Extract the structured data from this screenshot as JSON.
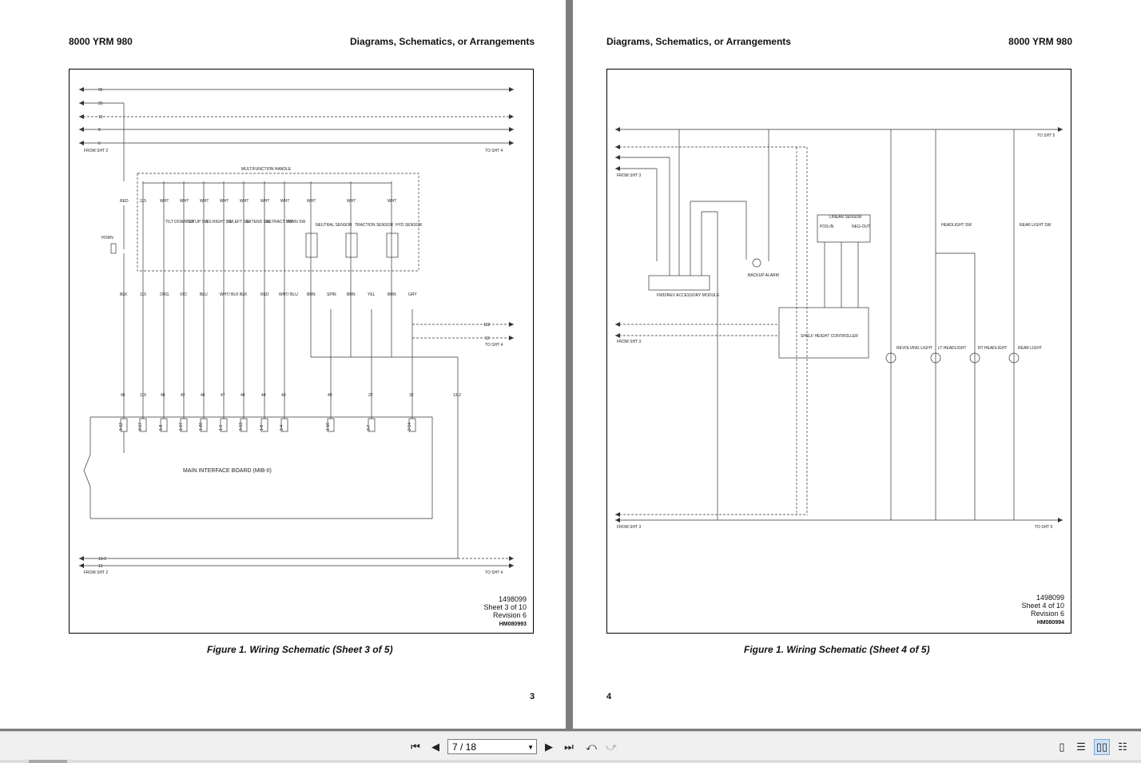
{
  "left_page": {
    "header_left": "8000 YRM 980",
    "header_right": "Diagrams, Schematics, or Arrangements",
    "caption": "Figure 1.  Wiring Schematic (Sheet 3 of 5)",
    "page_number": "3",
    "drawing_number": "1498099",
    "sheet": "Sheet 3 of 10",
    "revision": "Revision 6",
    "hm_code": "HM080993",
    "labels": {
      "from_sht": "FROM SHT 2",
      "to_sht": "TO SHT 4",
      "handle": "MULTIFUNCTION HANDLE",
      "horn": "HORN",
      "mib": "MAIN INTERFACE BOARD (MIB-II)",
      "sensors": [
        "NEUTRAL SENSOR",
        "TRACTION SENSOR",
        "HYD SENSOR"
      ],
      "switches": [
        "TILT DOWN SW",
        "TILT UP SW",
        "SS RIGHT SW",
        "SS LEFT SW",
        "EXTEND SW",
        "RETRACT SW",
        "HORN SW"
      ],
      "wire_top": [
        "95",
        "25",
        "15",
        "8",
        "6"
      ],
      "colors_top": [
        "RED",
        "115",
        "WHT",
        "WHT",
        "WHT",
        "WHT",
        "WHT",
        "WHT",
        "WHT",
        "WHT",
        "WHT",
        "WHT"
      ],
      "colors_bottom": [
        "BLK",
        "115",
        "ORG",
        "VIO",
        "BLU",
        "WHT/ BLK",
        "BLK",
        "RED",
        "WHT/ BLU",
        "BRN",
        "SPIN",
        "BRN",
        "YEL",
        "BRN",
        "GRY"
      ],
      "wire_nums": [
        "45",
        "115",
        "48",
        "42",
        "46",
        "47",
        "40",
        "44",
        "43",
        "49",
        "22",
        "32",
        "13-2"
      ],
      "pins": [
        "1-12",
        "2-17",
        "1-8",
        "1-17",
        "1-20",
        "1-1",
        "1-13",
        "1-6",
        "2-4",
        "1-16",
        "2-7",
        "2-14"
      ],
      "right_wires": [
        "132",
        "32"
      ],
      "bottom_wires": [
        "13-2",
        "13"
      ]
    }
  },
  "right_page": {
    "header_left": "Diagrams, Schematics, or Arrangements",
    "header_right": "8000 YRM 980",
    "caption": "Figure 1.  Wiring Schematic (Sheet 4 of 5)",
    "page_number": "4",
    "drawing_number": "1498099",
    "sheet": "Sheet 4 of 10",
    "revision": "Revision 6",
    "hm_code": "HM080994",
    "labels": {
      "from_sht": "FROM SHT 3",
      "to_sht": "TO SHT 5",
      "module": "FWD/REV ACCESSORY MODULE",
      "alarm": "BACKUP ALARM",
      "linear": "LINEAR SENSOR",
      "pos": "POS-IN",
      "neg": "NEG-OUT",
      "shc": "SHELF HEIGHT CONTROLLER",
      "headlight_sw": "HEADLIGHT SW",
      "rearlight_sw": "REAR LIGHT SW",
      "revolving": "REVOLVING LIGHT",
      "lt_head": "LT HEADLIGHT",
      "rt_head": "RT HEADLIGHT",
      "rear_light": "REAR LIGHT"
    }
  },
  "toolbar": {
    "page_indicator": "7 / 18"
  }
}
